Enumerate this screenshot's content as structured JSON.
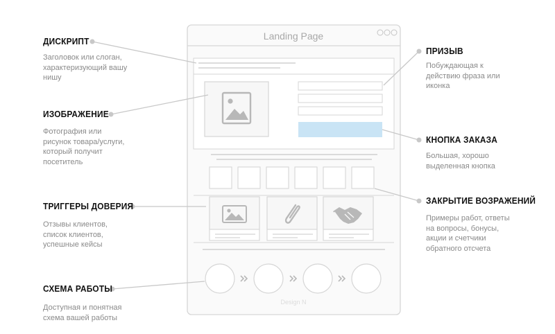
{
  "colors": {
    "frame": "#d6d6d6",
    "frame_fill": "#fafafa",
    "line": "#c8c8c8",
    "icon": "#b8b8b8",
    "leader": "#c8c8c8",
    "button": "#c9e4f5",
    "title_text": "#111111",
    "desc_text": "#8a8a8a"
  },
  "mockup": {
    "title": "Landing Page",
    "footer": "Design N"
  },
  "annotations": [
    {
      "id": "descript",
      "title": "ДИСКРИПТ",
      "desc": "Заголовок или слоган,\nхарактеризующий вашу\nнишу"
    },
    {
      "id": "image",
      "title": "ИЗОБРАЖЕНИЕ",
      "desc": "Фотография или\nрисунок товара/услуги,\nкоторый получит\nпосетитель"
    },
    {
      "id": "trust",
      "title": "ТРИГГЕРЫ ДОВЕРИЯ",
      "desc": "Отзывы клиентов,\nсписок клиентов,\nуспешные кейсы"
    },
    {
      "id": "scheme",
      "title": "СХЕМА РАБОТЫ",
      "desc": "Доступная и понятная\nсхема вашей работы"
    },
    {
      "id": "cta",
      "title": "ПРИЗЫВ",
      "desc": "Побуждающая к\nдействию фраза или\nиконка"
    },
    {
      "id": "order",
      "title": "КНОПКА ЗАКАЗА",
      "desc": "Большая, хорошо\nвыделенная кнопка"
    },
    {
      "id": "objections",
      "title": "ЗАКРЫТИЕ ВОЗРАЖЕНИЙ",
      "desc": "Примеры работ, ответы\nна вопросы, бонусы,\nакции и счетчики\nобратного отсчета"
    }
  ]
}
